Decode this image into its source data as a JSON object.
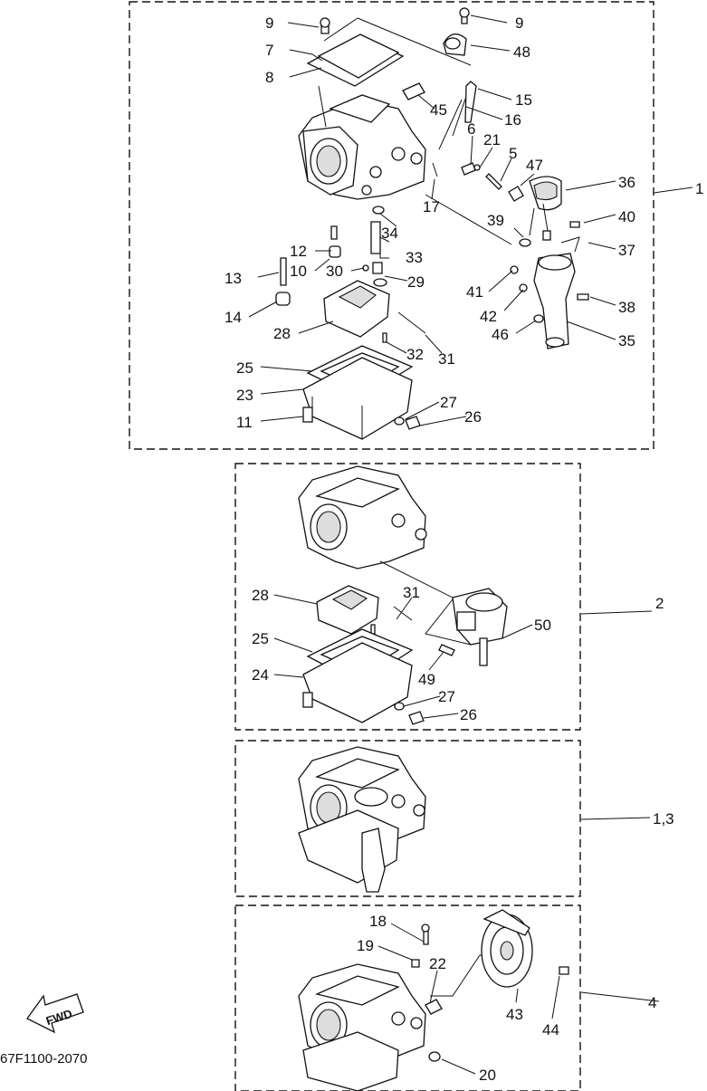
{
  "document_code": "67F1100-2070",
  "fwd_arrow_text": "FWD",
  "callouts": {
    "c9a": "9",
    "c9b": "9",
    "c7": "7",
    "c8": "8",
    "c48": "48",
    "c15": "15",
    "c45": "45",
    "c16": "16",
    "c6": "6",
    "c21": "21",
    "c5": "5",
    "c47": "47",
    "c36": "36",
    "c1": "1",
    "c17": "17",
    "c34": "34",
    "c39": "39",
    "c40": "40",
    "c12": "12",
    "c33": "33",
    "c37": "37",
    "c13": "13",
    "c10": "10",
    "c30": "30",
    "c29": "29",
    "c41": "41",
    "c14": "14",
    "c42": "42",
    "c38": "38",
    "c28a": "28",
    "c46": "46",
    "c35": "35",
    "c32": "32",
    "c31a": "31",
    "c25a": "25",
    "c23": "23",
    "c27a": "27",
    "c11": "11",
    "c26a": "26",
    "c28b": "28",
    "c31b": "31",
    "c2": "2",
    "c50": "50",
    "c25b": "25",
    "c49": "49",
    "c24": "24",
    "c27b": "27",
    "c26b": "26",
    "c13b": "1,3",
    "c18": "18",
    "c19": "19",
    "c22": "22",
    "c4": "4",
    "c43": "43",
    "c44": "44",
    "c20": "20"
  }
}
